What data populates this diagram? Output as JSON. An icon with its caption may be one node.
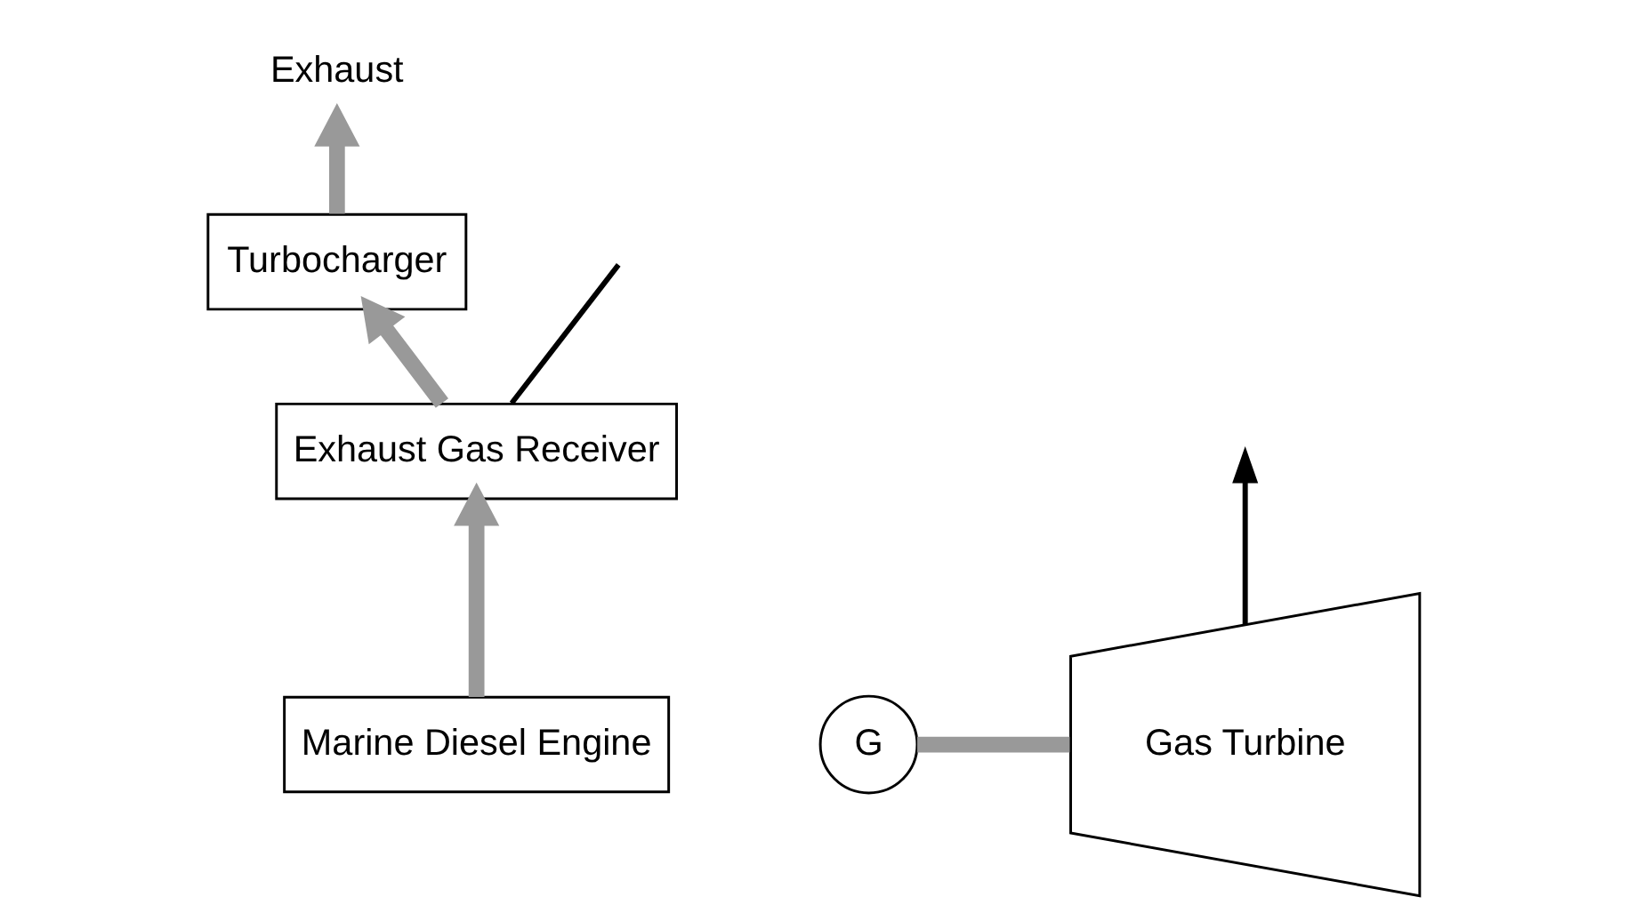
{
  "diagram": {
    "nodes": [
      {
        "text": [
          "Exhaust"
        ]
      },
      {
        "text": [
          "G"
        ]
      },
      {
        "text": [
          "Gas Turbine"
        ]
      },
      {
        "text": [
          "Turbocharger"
        ]
      },
      {
        "text": [
          "Exhaust Gas Receiver"
        ]
      },
      {
        "text": [
          "Marine Diesel Engine"
        ]
      }
    ],
    "edges": [
      {
        "from": 3,
        "to": 0,
        "arrow": "to"
      },
      {
        "from": 1,
        "to": 2,
        "arrow": "none"
      },
      {
        "from": 2,
        "to": null,
        "arrow": "to",
        "color": "#000000"
      },
      {
        "from": 4,
        "to": 3,
        "arrow": "to"
      },
      {
        "from": 4,
        "to": null,
        "arrow": "none",
        "color": "#000000"
      },
      {
        "from": 5,
        "to": 4,
        "arrow": "to"
      }
    ]
  }
}
